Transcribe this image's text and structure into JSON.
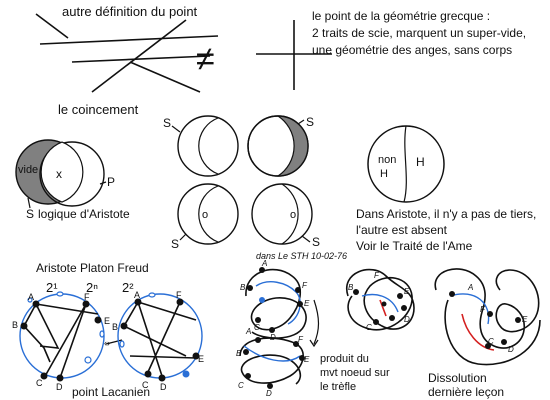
{
  "labels": {
    "autre_def": "autre définition du point",
    "coincement": "le coincement",
    "neq": "≠",
    "grec_line1": "le point de la géométrie grecque :",
    "grec_line2": "2 traits de scie, marquent un super-vide,",
    "grec_line3": "une géométrie des anges, sans corps",
    "vide": "vide",
    "x_mark": "x",
    "P": "P",
    "S": "S",
    "logique": "logique d'Aristote",
    "S_fill_left": "S",
    "S_fill_right": "S",
    "o1": "o",
    "o2": "o",
    "S_open_left": "S",
    "S_open_right": "S",
    "non_H_1": "non",
    "non_H_2": "H",
    "H": "H",
    "aristote_1": "Dans Aristote, il n'y a pas de tiers,",
    "aristote_2": "l'autre est absent",
    "aristote_3": "Voir le Traité de l'Ame",
    "apf": "Aristote Platon Freud",
    "pow1": "2¹",
    "pow2": "2ⁿ",
    "pow3": "2²",
    "point_lacanien": "point Lacanien",
    "sth": "dans Le STH 10-02-76",
    "produit_1": "produit du",
    "produit_2": "mvt noeud sur",
    "produit_3": "le trèfle",
    "dissolution_1": "Dissolution",
    "dissolution_2": "dernière leçon",
    "pA": "A",
    "pB": "B",
    "pC": "C",
    "pD": "D",
    "pE": "E",
    "pF": "F"
  },
  "colors": {
    "ink": "#111111",
    "fill_gray": "#808080",
    "blue": "#2a6fd6",
    "red": "#d42020"
  }
}
